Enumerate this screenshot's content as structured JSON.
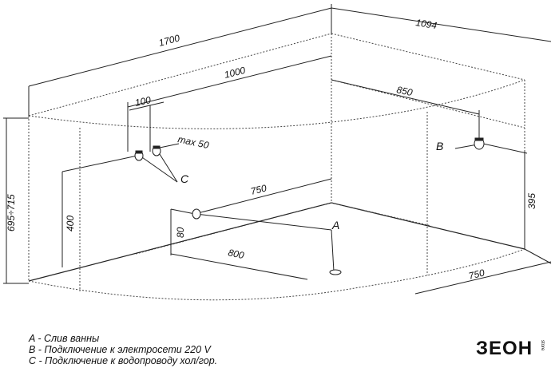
{
  "dimensions": {
    "length_top": "1700",
    "width_top_right": "1094",
    "inner_1000": "1000",
    "d100": "100",
    "max50": "max 50",
    "d850": "850",
    "d750_mid": "750",
    "height_range": "695÷715",
    "d400": "400",
    "d80": "80",
    "d800": "800",
    "d750_bottom": "750",
    "d395": "395"
  },
  "callouts": {
    "a": "A",
    "b": "B",
    "c": "C"
  },
  "legend": {
    "a": "A - Слив ванны",
    "b": "B - Подключение к электросети 220 V",
    "c": "C - Подключение к водопроводу хол/гор."
  },
  "logo": {
    "text": "ЗЕОН",
    "sub": "store"
  },
  "colors": {
    "line": "#222222",
    "dotted": "#444444"
  }
}
